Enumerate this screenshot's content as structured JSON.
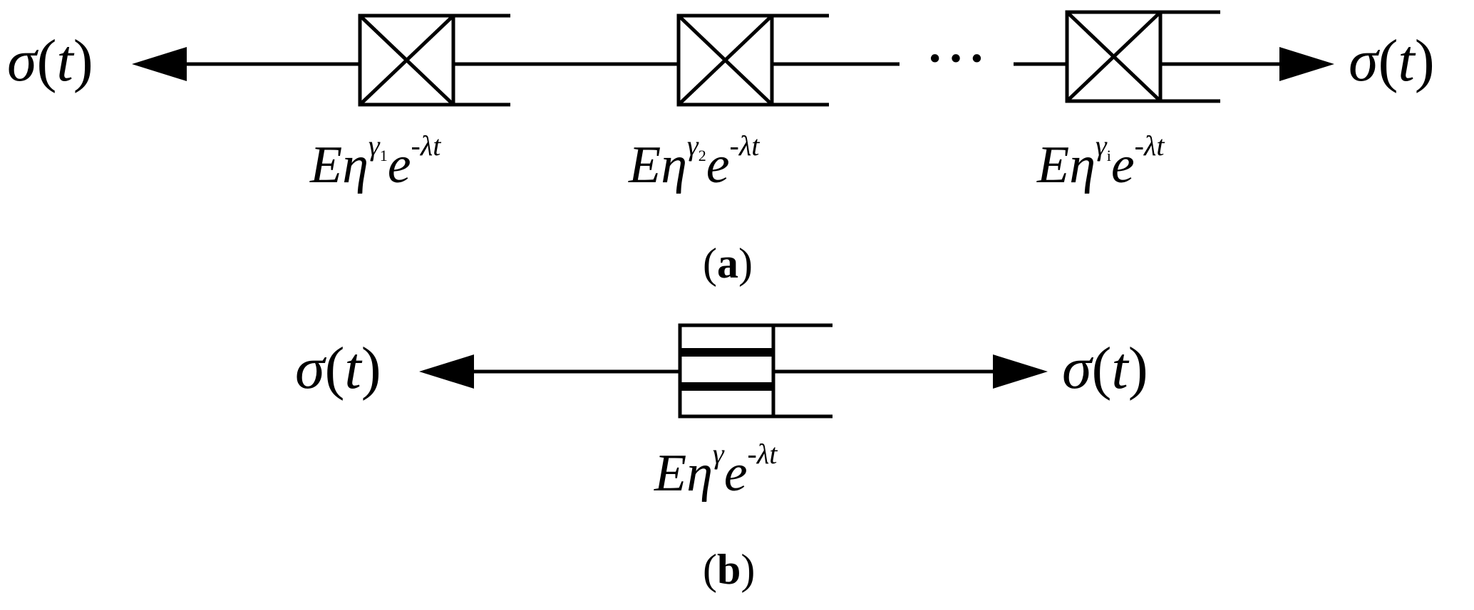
{
  "figure": {
    "panel_a": {
      "left_force": {
        "symbol": "σ",
        "open": "(",
        "var": "t",
        "close": ")"
      },
      "right_force": {
        "symbol": "σ",
        "open": "(",
        "var": "t",
        "close": ")"
      },
      "elements": [
        {
          "base": "Eη",
          "gamma": "γ",
          "index": "1",
          "exp": "e",
          "decay": "-λt"
        },
        {
          "base": "Eη",
          "gamma": "γ",
          "index": "2",
          "exp": "e",
          "decay": "-λt"
        },
        {
          "base": "Eη",
          "gamma": "γ",
          "index": "i",
          "exp": "e",
          "decay": "-λt"
        }
      ],
      "ellipsis": "···",
      "caption": {
        "open": "(",
        "letter": "a",
        "close": ")"
      }
    },
    "panel_b": {
      "left_force": {
        "symbol": "σ",
        "open": "(",
        "var": "t",
        "close": ")"
      },
      "right_force": {
        "symbol": "σ",
        "open": "(",
        "var": "t",
        "close": ")"
      },
      "element": {
        "base": "Eη",
        "gamma": "γ",
        "exp": "e",
        "decay": "-λt"
      },
      "caption": {
        "open": "(",
        "letter": "b",
        "close": ")"
      }
    }
  }
}
